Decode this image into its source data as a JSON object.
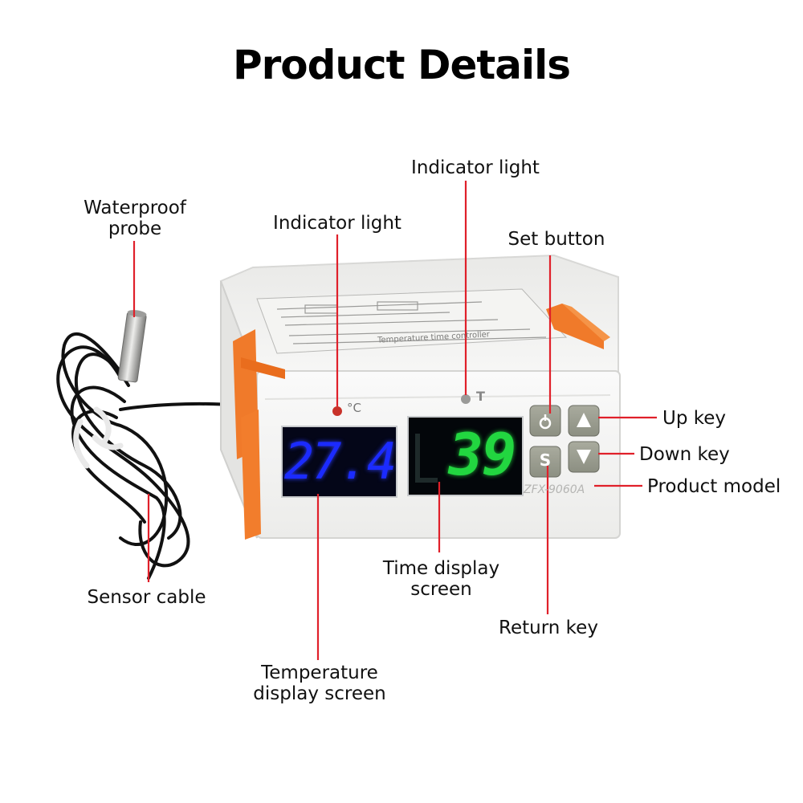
{
  "page_title": "Product Details",
  "callouts": {
    "waterproof_probe": "Waterproof\nprobe",
    "indicator_light_temp": "Indicator light",
    "indicator_light_time": "Indicator light",
    "set_button": "Set button",
    "up_key": "Up key",
    "down_key": "Down key",
    "product_model": "Product model",
    "sensor_cable": "Sensor cable",
    "time_display_screen": "Time display\nscreen",
    "return_key": "Return key",
    "temperature_display_screen": "Temperature\ndisplay screen"
  },
  "device": {
    "model_text": "ZFX-9060A",
    "label_text": "Temperature time controller",
    "temp_unit": "°C",
    "time_unit": "T",
    "temp_reading": "27.4",
    "time_reading": "39",
    "set_key_label": "S"
  },
  "colors": {
    "callout_line": "#e0202a",
    "temp_digits": "#1b2bff",
    "time_digits": "#22d640",
    "bracket": "#f07a2a",
    "case": "#f3f3f2"
  }
}
